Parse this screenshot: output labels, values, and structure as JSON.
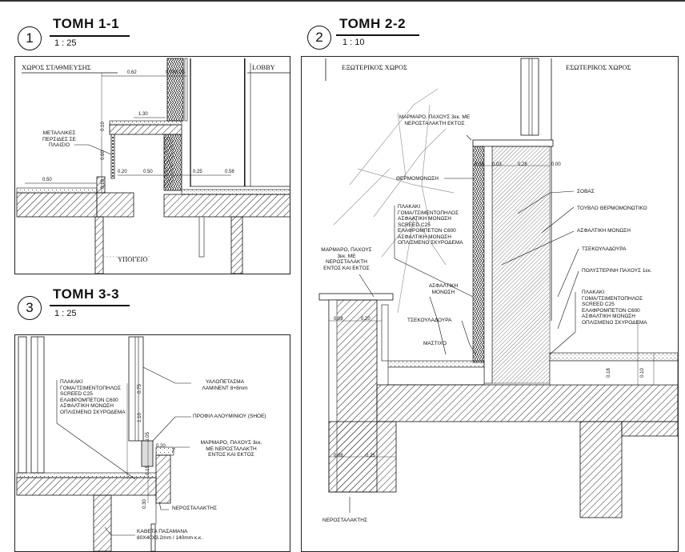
{
  "sections": [
    {
      "number": "1",
      "title": "ΤΟΜΗ 1-1",
      "scale": "1 : 25"
    },
    {
      "number": "2",
      "title": "ΤΟΜΗ 2-2",
      "scale": "1 : 10"
    },
    {
      "number": "3",
      "title": "ΤΟΜΗ 3-3",
      "scale": "1 : 25"
    }
  ],
  "s1": {
    "room_parking": "ΧΩΡΟΣ ΣΤΑΘΜΕΥΣΗΣ",
    "room_lobby": "LOBBY",
    "room_basement": "ΥΠΟΓΕΙΟ",
    "louvers": "ΜΕΤΑΛΛΙΚΕΣ\nΠΕΡΣΙΔΕΣ ΣΕ\nΠΛΑΙΣΙΟ",
    "dims": {
      "d062": "0.62",
      "d008": "0.08",
      "d025": "0.25",
      "d130": "1.30",
      "d010": "0.10",
      "d060": "0.60",
      "d050a": "0.50",
      "d020": "0.20",
      "d050b": "0.50",
      "d025b": "0.25",
      "d058": "0.58",
      "d010b": "0.10"
    }
  },
  "s2": {
    "room_exterior": "ΕΞΩΤΕΡΙΚΟΣ ΧΩΡΟΣ",
    "room_interior": "ΕΣΩΤΕΡΙΚΟΣ ΧΩΡΟΣ",
    "marble_top": "ΜΑΡΜΑΡΟ, ΠΑΧΟΥΣ 3εκ. ΜΕ\nΝΕΡΟΣΤΑΛΑΚΤΗ ΕΚΤΟΣ",
    "insulation": "ΘΕΡΜΟΜΟΝΩΣΗ",
    "sovas": "ΣΟΒΑΣ",
    "brick": "ΤΟΥΒΛΟ ΘΕΡΜΟΜΟΝΩΤΙΚΟ",
    "asphalt1": "ΑΣΦΑΛΤΙΚΗ ΜΟΝΩΣΗ",
    "tsekoul1": "ΤΣΕΚΟΥΛΑΔΟΥΡΑ",
    "polyst": "ΠΟΛΥΣΤΕΡΙΝΗ ΠΑΧΟΥΣ 1εκ.",
    "layers_left": [
      "ΠΛΑΚΑΚΙ",
      "ΓΟΜΑ/ΤΣΙΜΕΝΤΟΠΗΛΟΣ",
      "ΑΣΦΑΛΤΙΚΗ ΜΟΝΩΣΗ",
      "SCREED C25",
      "ΕΛΑΦΡΟΜΠΕΤΟΝ C600",
      "ΑΣΦΑΛΤΙΚΗ ΜΟΝΩΣΗ",
      "ΟΠΛΙΣΜΕΝΟ ΣΚΥΡΟΔΕΜΑ"
    ],
    "layers_right": [
      "ΠΛΑΚΑΚΙ",
      "ΓΟΜΑ/ΤΣΙΜΕΝΤΟΠΗΛΟΣ",
      "SCREED C25",
      "ΕΛΑΦΡΟΜΠΕΤΟΝ C600",
      "ΑΣΦΑΛΤΙΚΗ ΜΟΝΩΣΗ",
      "ΟΠΛΙΣΜΕΝΟ ΣΚΥΡΟΔΕΜΑ"
    ],
    "marble_left": "ΜΑΡΜΑΡΟ, ΠΑΧΟΥΣ\n3εκ. ΜΕ\nΝΕΡΟΣΤΑΛΑΚΤΗ\nΕΝΤΟΣ ΚΑΙ ΕΚΤΟΣ",
    "asphalt2": "ΑΣΦΑΛΤΙΚΗ\nΜΟΝΩΣΗ",
    "tsekoul2": "ΤΣΕΚΟΥΛΑΔΟΥΡΑ",
    "mastixo": "ΜΑΣΤΙΧΟ",
    "drip": "ΝΕΡΟΣΤΑΛΑΚΤΗΣ",
    "dims": {
      "d008": "0.08",
      "d003": "0.03",
      "d028": "0.28",
      "d000": "0.00",
      "d008b": "0.08",
      "d020": "0.20",
      "d018": "0.18",
      "d010": "0.10",
      "d008c": "0.08",
      "d025": "0.25"
    }
  },
  "s3": {
    "glass": "ΥΑΛΟΠΕΤΑΣΜΑ\nΛΑΜΙΝΕΝΤ 8+8mm",
    "profile": "ΠΡΟΦΙΛ ΑΛΟΥΜΙΝΙΟΥ (SHOE)",
    "layers": [
      "ΠΛΑΚΑΚΙ",
      "ΓΟΜΑ/ΤΣΙΜΕΝΤΟΠΗΛΟΣ",
      "SCREED C25",
      "ΕΛΑΦΡΟΜΠΕΤΟΝ C600",
      "ΑΣΦΑΛΤΙΚΗ ΜΟΝΩΣΗ",
      "ΟΠΛΙΣΜΕΝΟ ΣΚΥΡΟΔΕΜΑ"
    ],
    "marble": "ΜΑΡΜΑΡΟ, ΠΑΧΟΥΣ 3εκ.\nΜΕ ΝΕΡΟΣΤΑΛΑΚΤΗ\nΕΝΤΟΣ ΚΑΙ ΕΚΤΟΣ",
    "drip": "ΝΕΡΟΣΤΑΛΑΚΤΗΣ",
    "handrail": "ΚΑΘΕΤΑ ΠΑΣΑΜΑΝΑ\n80Χ40Χ3.2mm / 140mm κ.κ.",
    "dims": {
      "d075": "0.75",
      "d110": "1.10",
      "d005": "0.05",
      "d020": "0.20",
      "d015": "0.15",
      "d030": "0.30"
    }
  }
}
